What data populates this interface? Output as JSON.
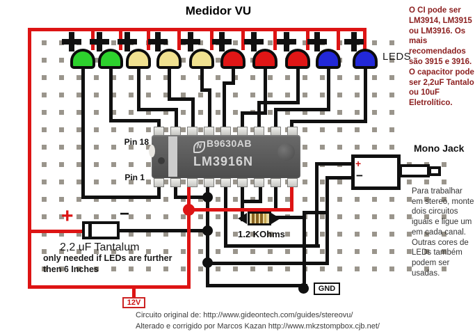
{
  "title": "Medidor VU",
  "leds": {
    "label": "LEDS",
    "colors": [
      "#2dd12d",
      "#2dd12d",
      "#f0e190",
      "#f0e190",
      "#f0e190",
      "#e01616",
      "#e01616",
      "#e01616",
      "#2228d8",
      "#2228d8"
    ]
  },
  "ic": {
    "marking_line1": "B9630AB",
    "marking_line2": "LM3916N",
    "pin18_label": "Pin 18",
    "pin1_label": "Pin 1"
  },
  "components": {
    "resistor_label": "1.2 KOhms",
    "capacitor_label": "2,2 uF Tantalum",
    "capacitor_note": "only needed if LEDs are further\nthen 6 Inches",
    "capacitor_plus": "+",
    "capacitor_minus": "−",
    "supply_label": "12V",
    "ground_label": "GND",
    "jack_label": "Mono Jack",
    "jack_plus": "+",
    "jack_minus": "−"
  },
  "notes": {
    "ic_note": "O CI pode ser\nLM3914, LM3915\nou LM3916. Os\nmais\nrecomendados\nsão 3915 e 3916.\nO capacitor pode\nser 2,2uF Tantalo\nou 10uF\nEletrolítico.",
    "ic_note_color": "#8b1e1e",
    "stereo_note": "Para trabalhar\nem stereo, monte\ndois circuitos\niguais e ligue um\nem cada canal.\nOutras cores de\nLEDs também\npodem ser\nusadas."
  },
  "credits": {
    "line1": "Circuito original de: http://www.gideontech.com/guides/stereovu/",
    "line2": "Alterado e corrigido por Marcos Kazan http://www.mkzstompbox.cjb.net/"
  },
  "colors": {
    "wire_red": "#dd1414",
    "wire_black": "#101010",
    "led_green": "#2dd12d",
    "led_yellow": "#f0e190",
    "led_red": "#e01616",
    "led_blue": "#2228d8"
  }
}
